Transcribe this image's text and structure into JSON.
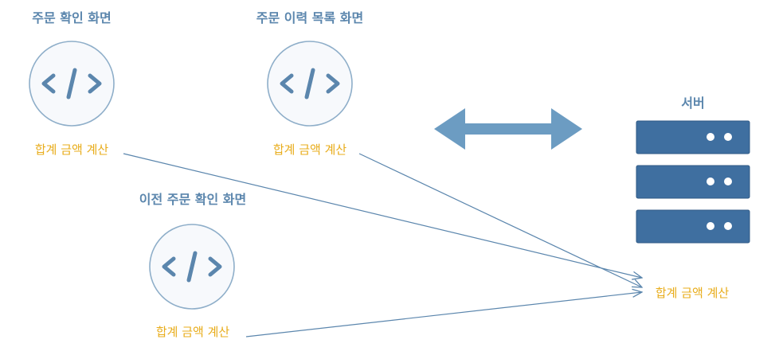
{
  "screens": [
    {
      "title": "주문 확인 화면",
      "calc_label": "합계 금액 계산",
      "icon": "code-icon"
    },
    {
      "title": "주문 이력 목록 화면",
      "calc_label": "합계 금액 계산",
      "icon": "code-icon"
    },
    {
      "title": "이전 주문 확인 화면",
      "calc_label": "합계 금액 계산",
      "icon": "code-icon"
    }
  ],
  "server": {
    "title": "서버",
    "units": 3,
    "icon": "server-icon"
  },
  "target": {
    "calc_label": "합계 금액 계산"
  },
  "exchange_arrow": {
    "icon": "double-arrow-icon"
  },
  "colors": {
    "title": "#5b86ad",
    "calc": "#e8ac1a",
    "server": "#3f6fa0",
    "circle_stroke": "#8eaec9"
  }
}
